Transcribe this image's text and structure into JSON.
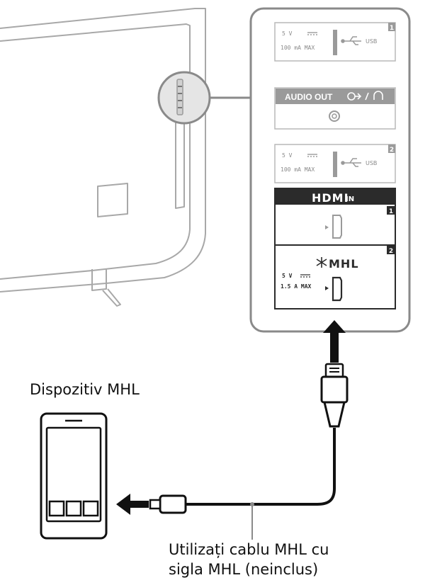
{
  "panel": {
    "usb1": {
      "port_number": "1",
      "voltage": "5 V",
      "current": "100 mA MAX",
      "label": "USB"
    },
    "audio_out": {
      "label": "AUDIO OUT"
    },
    "usb2": {
      "port_number": "2",
      "voltage": "5 V",
      "current": "100 mA MAX",
      "label": "USB"
    },
    "hdmi": {
      "logo": "HDMI",
      "suffix": "IN",
      "port_number": "1"
    },
    "mhl": {
      "logo": "MHL",
      "port_number": "2",
      "voltage": "5 V",
      "current": "1.5 A MAX"
    }
  },
  "device_label": "Dispozitiv MHL",
  "cable_note_line1": "Utilizați cablu MHL cu",
  "cable_note_line2": "sigla MHL (neinclus)",
  "colors": {
    "line": "#555555",
    "panel_bg": "#ffffff",
    "dark_band": "#2b2b2b",
    "label_gray": "#9a9a9a"
  }
}
